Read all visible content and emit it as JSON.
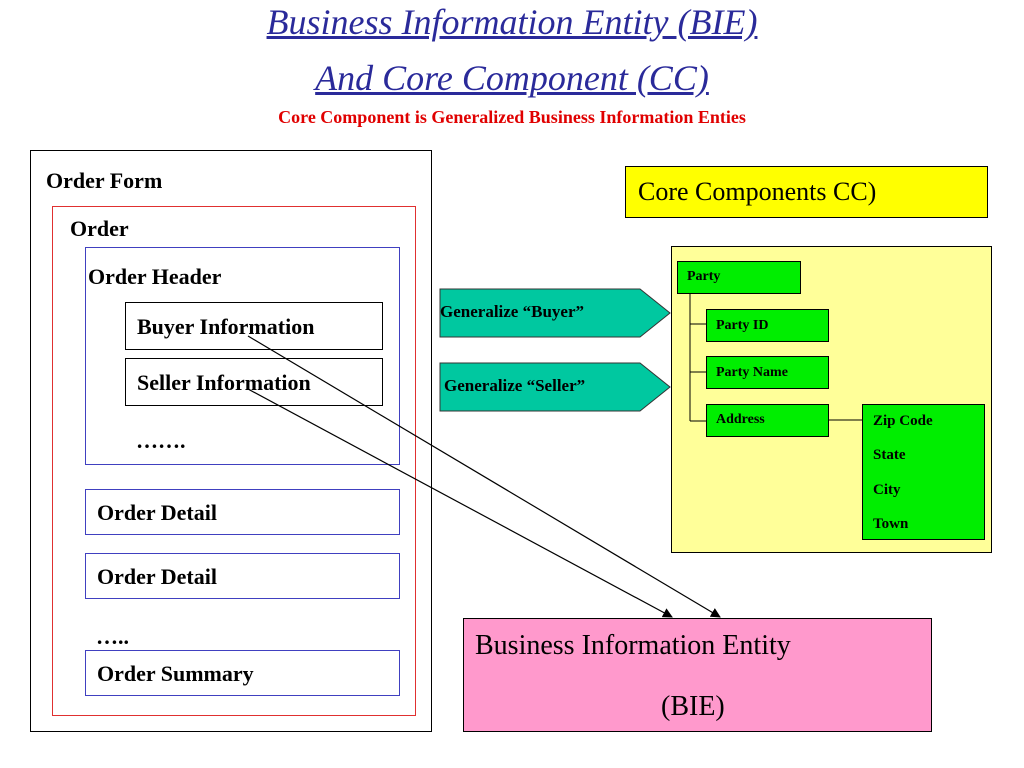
{
  "title": {
    "line1": "Business Information Entity (BIE)",
    "line2": "And Core Component (CC)",
    "subtitle": "Core Component is Generalized Business Information Enties"
  },
  "order_form": {
    "label": "Order Form",
    "order": {
      "label": "Order",
      "header": {
        "label": "Order Header",
        "buyer": "Buyer Information",
        "seller": "Seller Information",
        "ellipsis": "……."
      },
      "detail_1": "Order Detail",
      "detail_2": "Order Detail",
      "ellipsis": "…..",
      "summary": "Order Summary"
    }
  },
  "arrows": {
    "buyer": "Generalize “Buyer”",
    "seller": "Generalize “Seller”"
  },
  "core_components": {
    "title": "Core Components CC)",
    "party": "Party",
    "party_id": "Party ID",
    "party_name": "Party Name",
    "address": "Address",
    "address_fields": [
      "Zip Code",
      "State",
      "City",
      "Town"
    ]
  },
  "bie": {
    "line1": "Business Information Entity",
    "line2": "(BIE)"
  },
  "colors": {
    "title_blue": "#2a2a9a",
    "subtitle_red": "#e00000",
    "teal": "#00c8a0",
    "yellow_light": "#ffff99",
    "yellow": "#ffff00",
    "green": "#00ee00",
    "pink": "#ff99cc"
  }
}
